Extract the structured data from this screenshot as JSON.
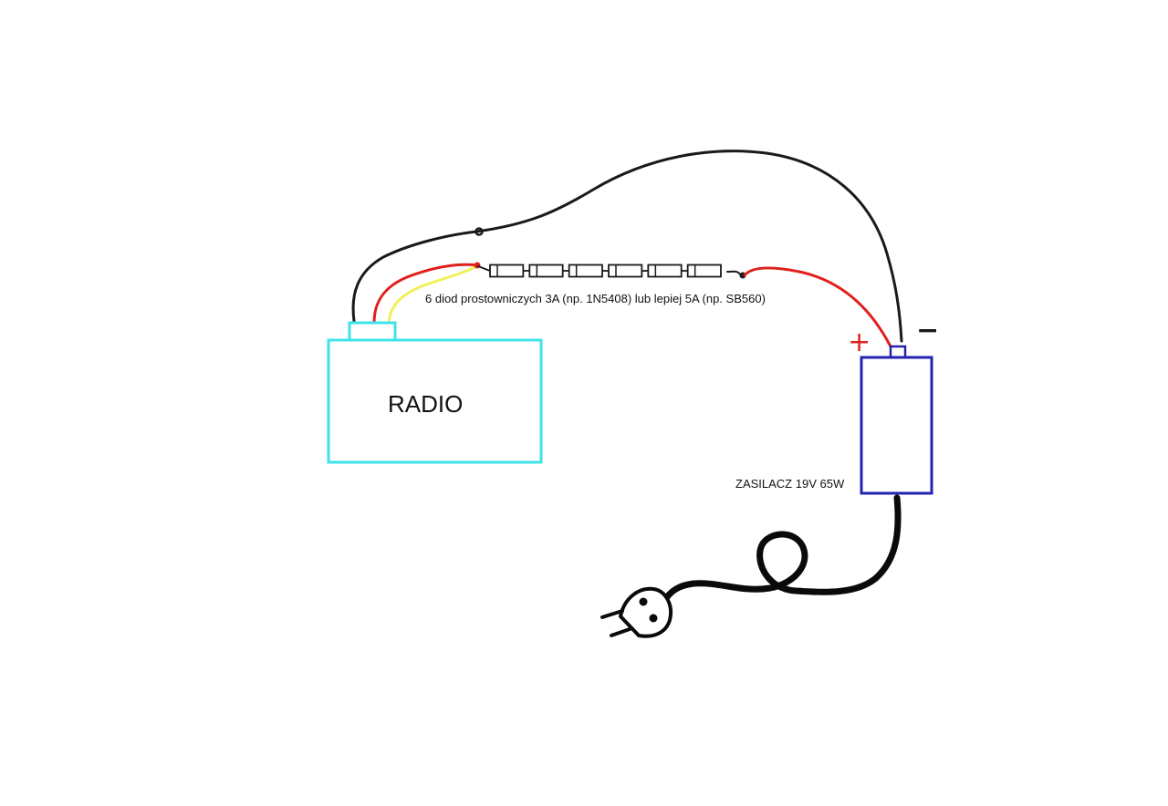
{
  "radio": {
    "label": "RADIO"
  },
  "psu": {
    "label": "ZASILACZ 19V 65W"
  },
  "diodes": {
    "count": 6,
    "label": "6 diod prostowniczych 3A (np. 1N5408) lub lepiej 5A (np. SB560)"
  },
  "polarity": {
    "plus": "+",
    "minus": "−"
  },
  "colors": {
    "radio_box": "#3fe3ea",
    "psu_box": "#2323b0",
    "wire_positive": "#e0201c",
    "wire_yellow": "#f2f05a",
    "wire_ground": "#1a1a1a",
    "mains_cable": "#0a0a0a"
  }
}
